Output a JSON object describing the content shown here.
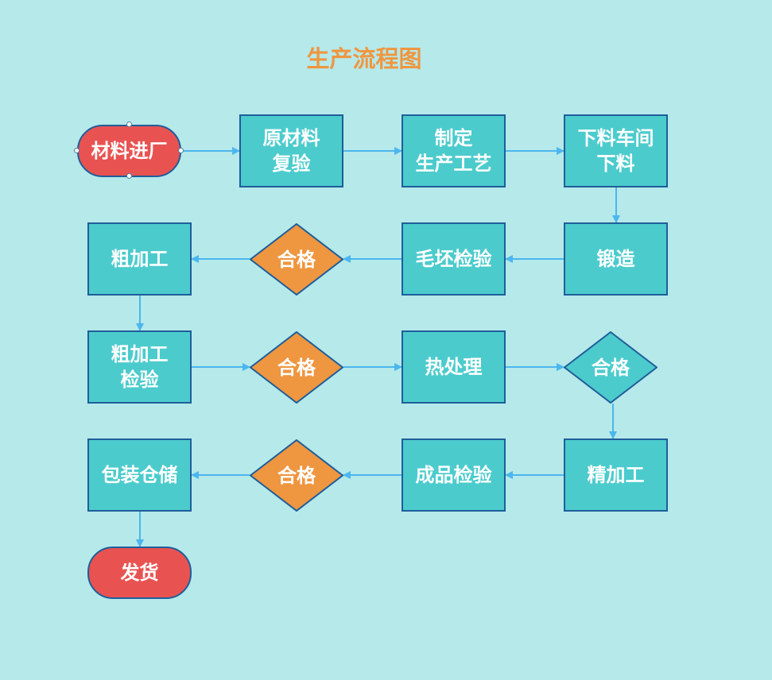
{
  "title": "生产流程图",
  "colors": {
    "background": "#b5e9ea",
    "process_fill": "#4ccbcd",
    "decision_fill": "#ef9640",
    "terminal_fill": "#e85352",
    "outline": "#1f5e99",
    "connector": "#4cb6ee",
    "title_text": "#ef9640",
    "node_text": "#ffffff"
  },
  "nodes": {
    "start": "材料进厂",
    "incoming_inspection": "原材料\n复验",
    "process_planning": "制定\n生产工艺",
    "cutting_workshop": "下料车间\n下料",
    "forging": "锻造",
    "blank_inspection": "毛坯检验",
    "decision_1": "合格",
    "rough_machining": "粗加工",
    "rough_inspection": "粗加工\n检验",
    "decision_2": "合格",
    "heat_treatment": "热处理",
    "decision_3": "合格",
    "finish_machining": "精加工",
    "final_inspection": "成品检验",
    "decision_4": "合格",
    "packaging": "包装仓储",
    "end": "发货"
  },
  "edges": [
    [
      "start",
      "incoming_inspection"
    ],
    [
      "incoming_inspection",
      "process_planning"
    ],
    [
      "process_planning",
      "cutting_workshop"
    ],
    [
      "cutting_workshop",
      "forging"
    ],
    [
      "forging",
      "blank_inspection"
    ],
    [
      "blank_inspection",
      "decision_1"
    ],
    [
      "decision_1",
      "rough_machining"
    ],
    [
      "rough_machining",
      "rough_inspection"
    ],
    [
      "rough_inspection",
      "decision_2"
    ],
    [
      "decision_2",
      "heat_treatment"
    ],
    [
      "heat_treatment",
      "decision_3"
    ],
    [
      "decision_3",
      "finish_machining"
    ],
    [
      "finish_machining",
      "final_inspection"
    ],
    [
      "final_inspection",
      "decision_4"
    ],
    [
      "decision_4",
      "packaging"
    ],
    [
      "packaging",
      "end"
    ]
  ]
}
